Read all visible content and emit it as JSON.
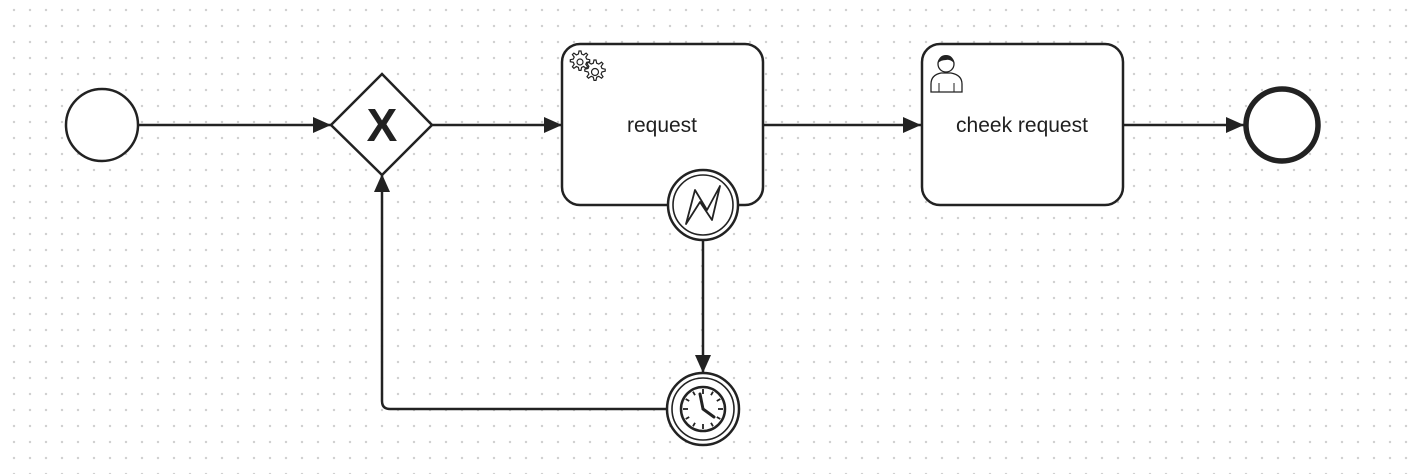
{
  "diagram": {
    "tasks": [
      {
        "id": "service-task",
        "type": "service-task",
        "label": "request",
        "icon": "gear-icon"
      },
      {
        "id": "user-task",
        "type": "user-task",
        "label": "cheek request",
        "icon": "user-icon"
      }
    ],
    "gateway": {
      "type": "exclusive",
      "marker": "X"
    },
    "events": {
      "start": {
        "type": "start-event"
      },
      "end": {
        "type": "end-event"
      },
      "boundary": {
        "type": "error-boundary-event",
        "icon": "lightning-icon"
      },
      "timer": {
        "type": "intermediate-timer-event",
        "icon": "clock-icon"
      }
    },
    "colors": {
      "stroke": "#222222",
      "fill": "#ffffff",
      "grid_dot": "#cfcfcf"
    }
  }
}
